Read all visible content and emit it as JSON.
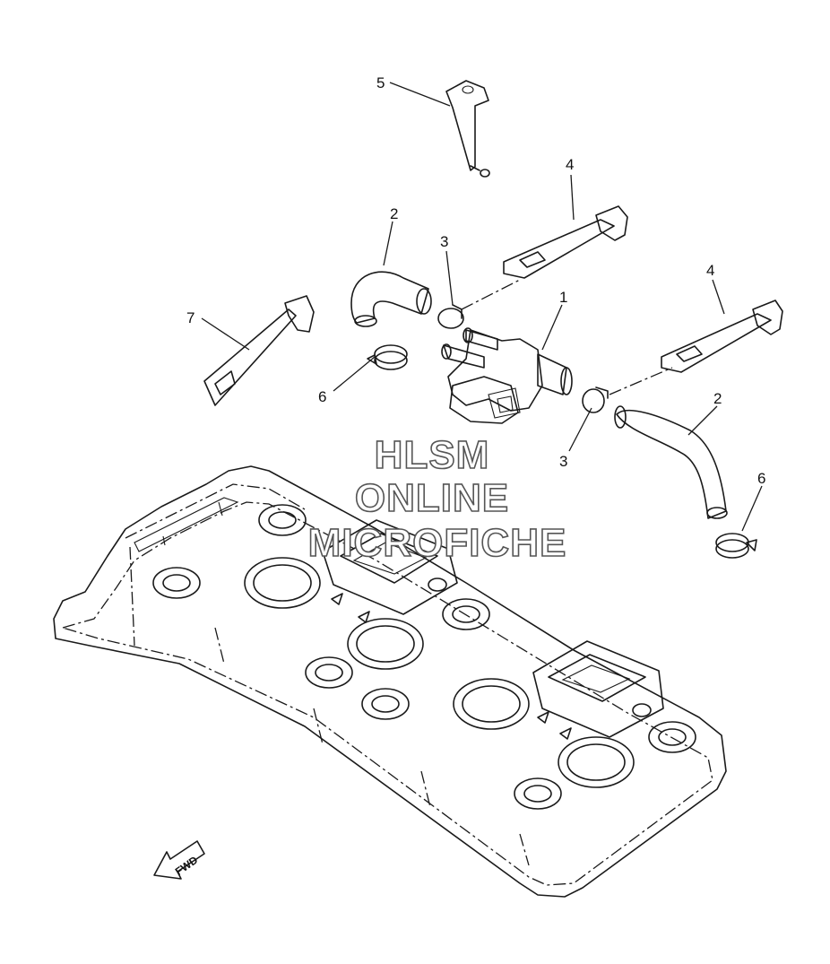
{
  "callouts": [
    {
      "id": "c1",
      "label": "1"
    },
    {
      "id": "c2a",
      "label": "2"
    },
    {
      "id": "c2b",
      "label": "2"
    },
    {
      "id": "c3a",
      "label": "3"
    },
    {
      "id": "c3b",
      "label": "3"
    },
    {
      "id": "c4a",
      "label": "4"
    },
    {
      "id": "c4b",
      "label": "4"
    },
    {
      "id": "c5",
      "label": "5"
    },
    {
      "id": "c6a",
      "label": "6"
    },
    {
      "id": "c6b",
      "label": "6"
    },
    {
      "id": "c7",
      "label": "7"
    }
  ],
  "watermark": {
    "line1": "HLSM",
    "line2": "ONLINE",
    "line3": "MICROFICHE"
  },
  "direction_arrow": {
    "label": "FWD",
    "icon": "fwd-arrow-icon"
  },
  "parts": [
    {
      "ref": "1",
      "name": "air-cut-valve-icon"
    },
    {
      "ref": "2",
      "name": "hose-icon"
    },
    {
      "ref": "3",
      "name": "clamp-icon"
    },
    {
      "ref": "4",
      "name": "bracket-plate-icon"
    },
    {
      "ref": "5",
      "name": "stay-bracket-icon"
    },
    {
      "ref": "6",
      "name": "hose-clamp-icon"
    },
    {
      "ref": "7",
      "name": "holder-plate-icon"
    }
  ]
}
